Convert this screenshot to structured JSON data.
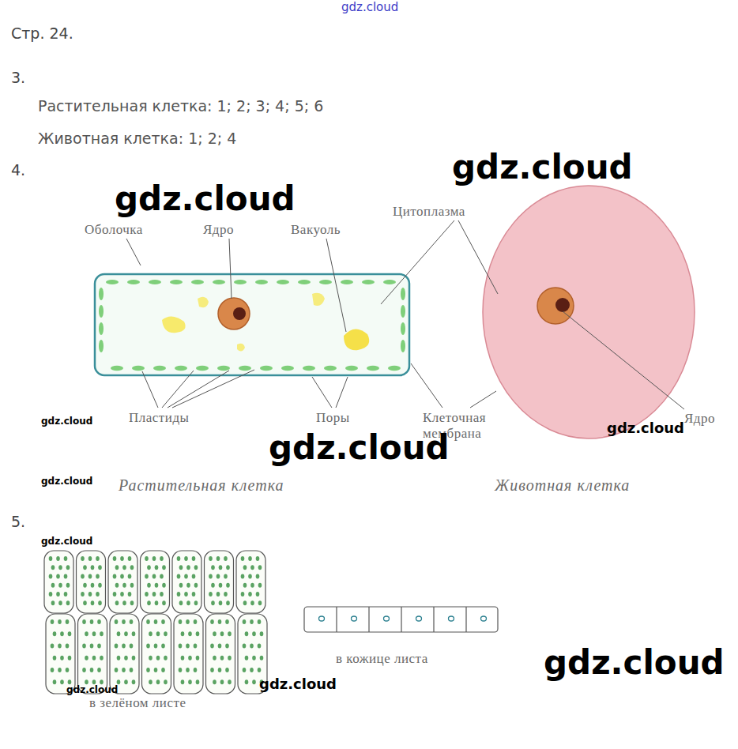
{
  "diagram": {
    "labels": [
      "gdz.cloud",
      "Стр. 24.",
      "3.",
      "Растительная клетка: 1; 2; 3; 4; 5; 6",
      "Животная клетка: 1; 2; 4",
      "4.",
      "gdz.cloud",
      "gdz.cloud",
      "Цитоплазма",
      "Оболочка",
      "Ядро",
      "Вакуоль",
      "Пластиды",
      "Поры",
      "Клеточная мембрана",
      "Ядро",
      "gdz.cloud",
      "gdz.cloud",
      "gdz.cloud",
      "gdz.cloud",
      "Растительная клетка",
      "Животная клетка",
      "5.",
      "gdz.cloud",
      "в кожице листа",
      "gdz.cloud",
      "gdz.cloud",
      "gdz.cloud",
      "в зелёном листе"
    ]
  }
}
